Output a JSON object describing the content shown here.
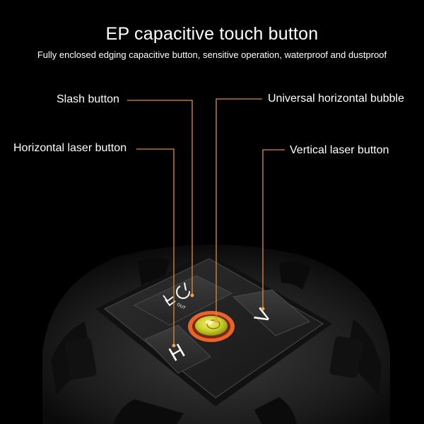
{
  "header": {
    "title": "EP capacitive touch button",
    "subtitle": "Fully enclosed edging capacitive button, sensitive operation, waterproof and dustproof"
  },
  "callouts": {
    "slash_button": "Slash button",
    "universal_bubble": "Universal horizontal bubble",
    "horizontal_laser_button": "Horizontal laser button",
    "vertical_laser_button": "Vertical laser button"
  },
  "device": {
    "button_h_glyph": "H",
    "button_v_glyph": "V",
    "button_out_text": "OUT"
  },
  "colors": {
    "background": "#000000",
    "leader_line": "#e08a3a",
    "bubble_ring": "#e8642a",
    "bubble_fluid": "#c9d02a"
  }
}
